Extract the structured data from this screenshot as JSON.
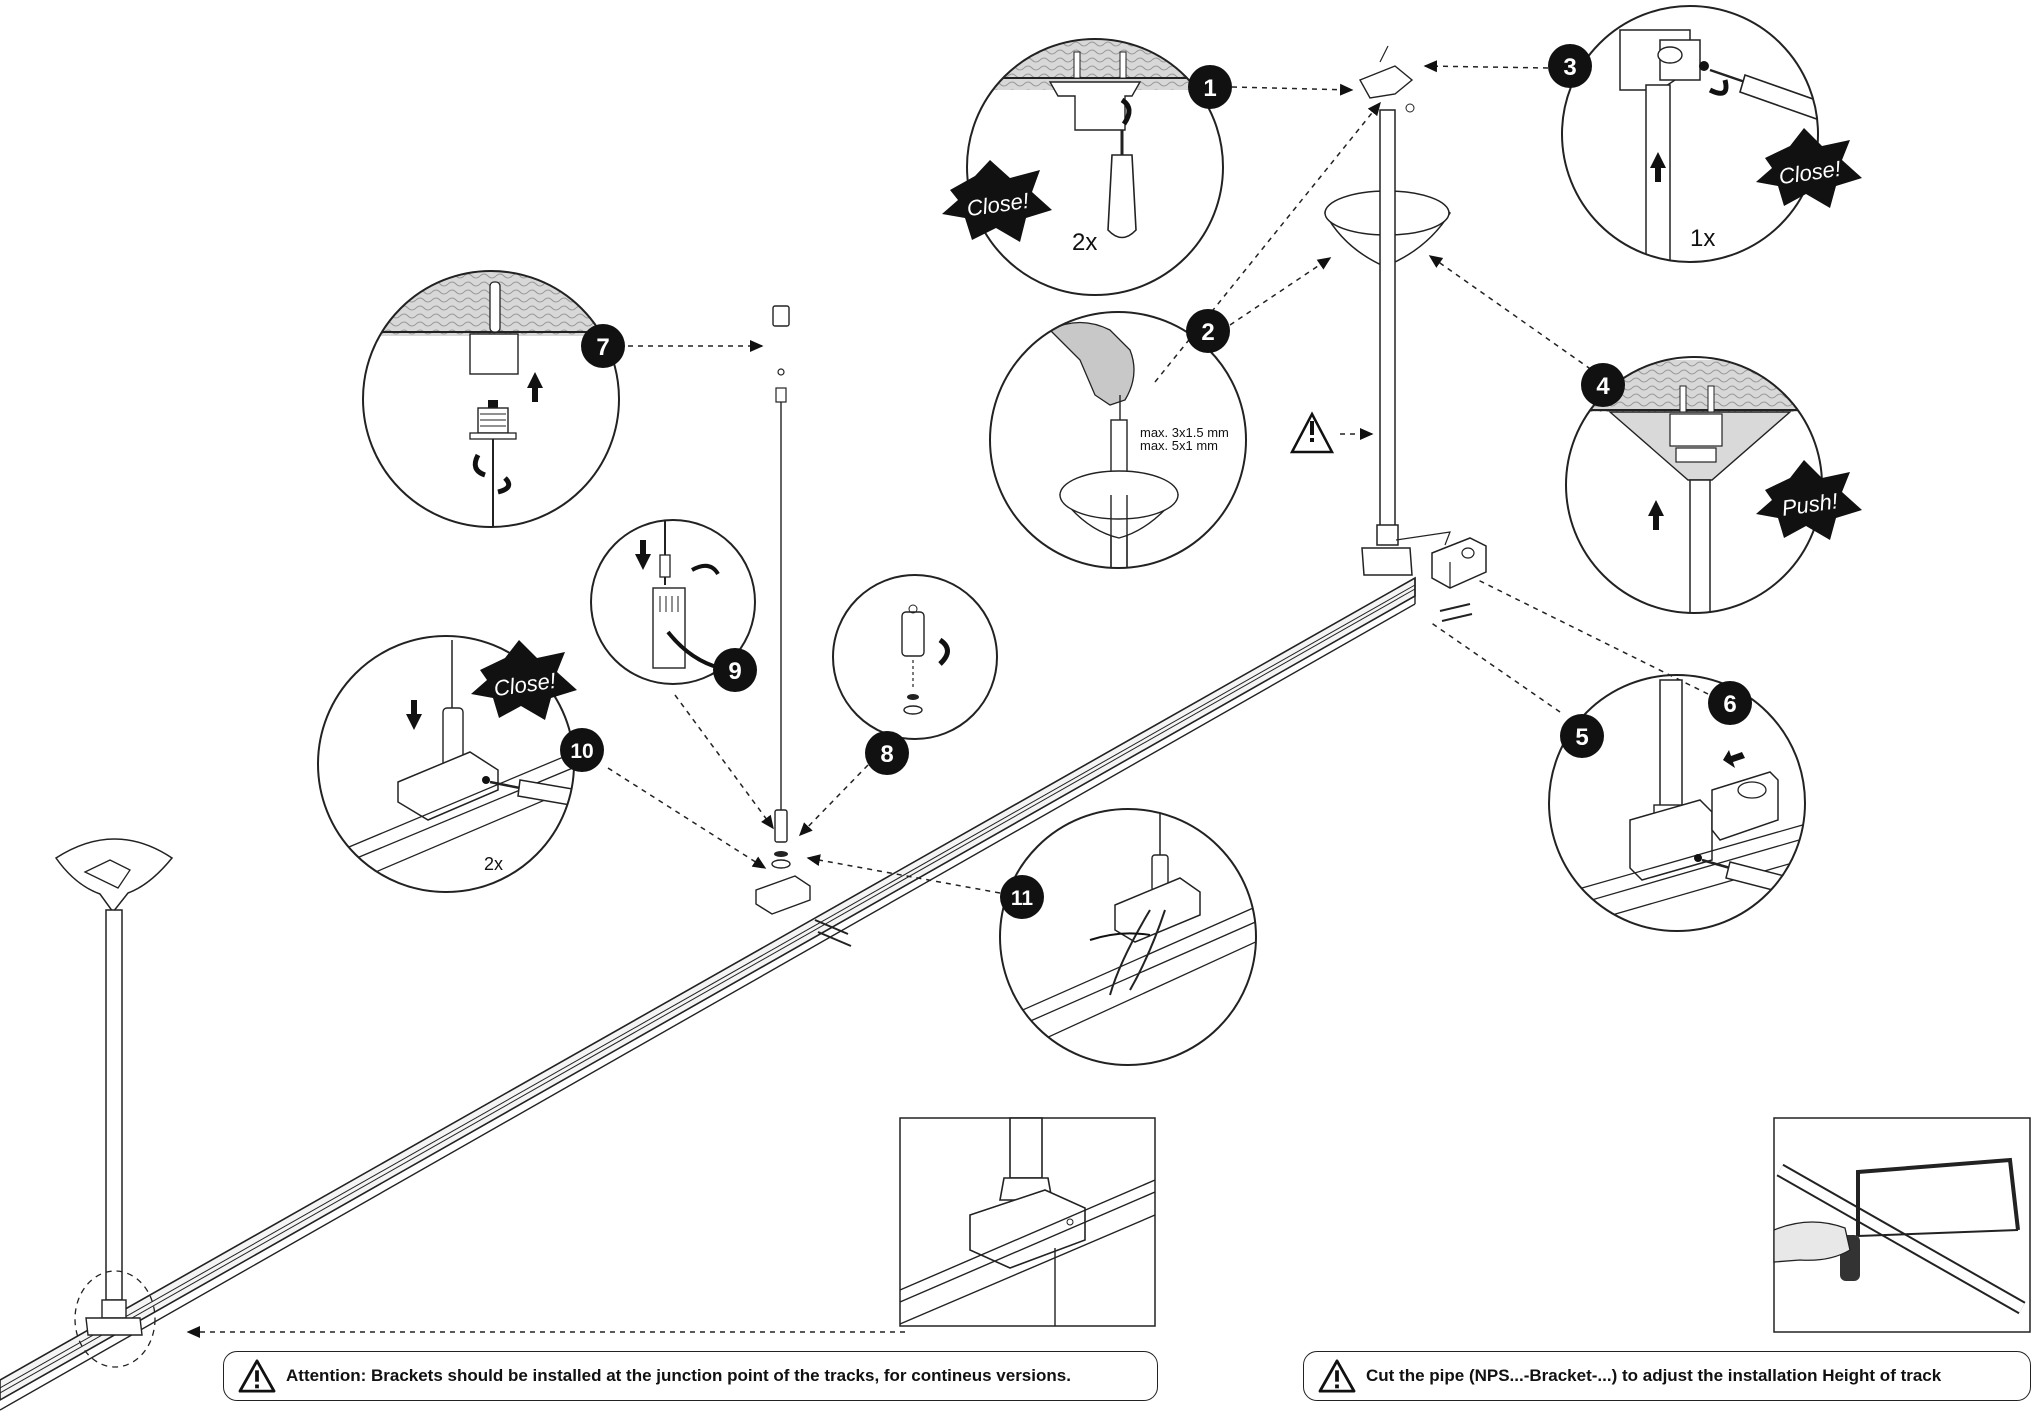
{
  "callouts": {
    "step_1": {
      "number": "1",
      "badge": "Close!",
      "count": "2x"
    },
    "step_2": {
      "number": "2",
      "spec_line_1": "max. 3x1.5 mm",
      "spec_line_2": "max. 5x1 mm"
    },
    "step_3": {
      "number": "3",
      "badge": "Close!",
      "count": "1x"
    },
    "step_4": {
      "number": "4",
      "badge": "Push!"
    },
    "step_5": {
      "number": "5"
    },
    "step_6": {
      "number": "6"
    },
    "step_7": {
      "number": "7"
    },
    "step_8": {
      "number": "8"
    },
    "step_9": {
      "number": "9"
    },
    "step_10": {
      "number": "10",
      "badge": "Close!",
      "count": "2x"
    },
    "step_11": {
      "number": "11"
    }
  },
  "notes": {
    "junction": "Attention: Brackets should be installed at the junction point of the tracks, for contineus versions.",
    "cut_pipe": "Cut the pipe (NPS...-Bracket-...) to adjust the installation Height of track"
  },
  "warning_icon": "warning-triangle-icon"
}
